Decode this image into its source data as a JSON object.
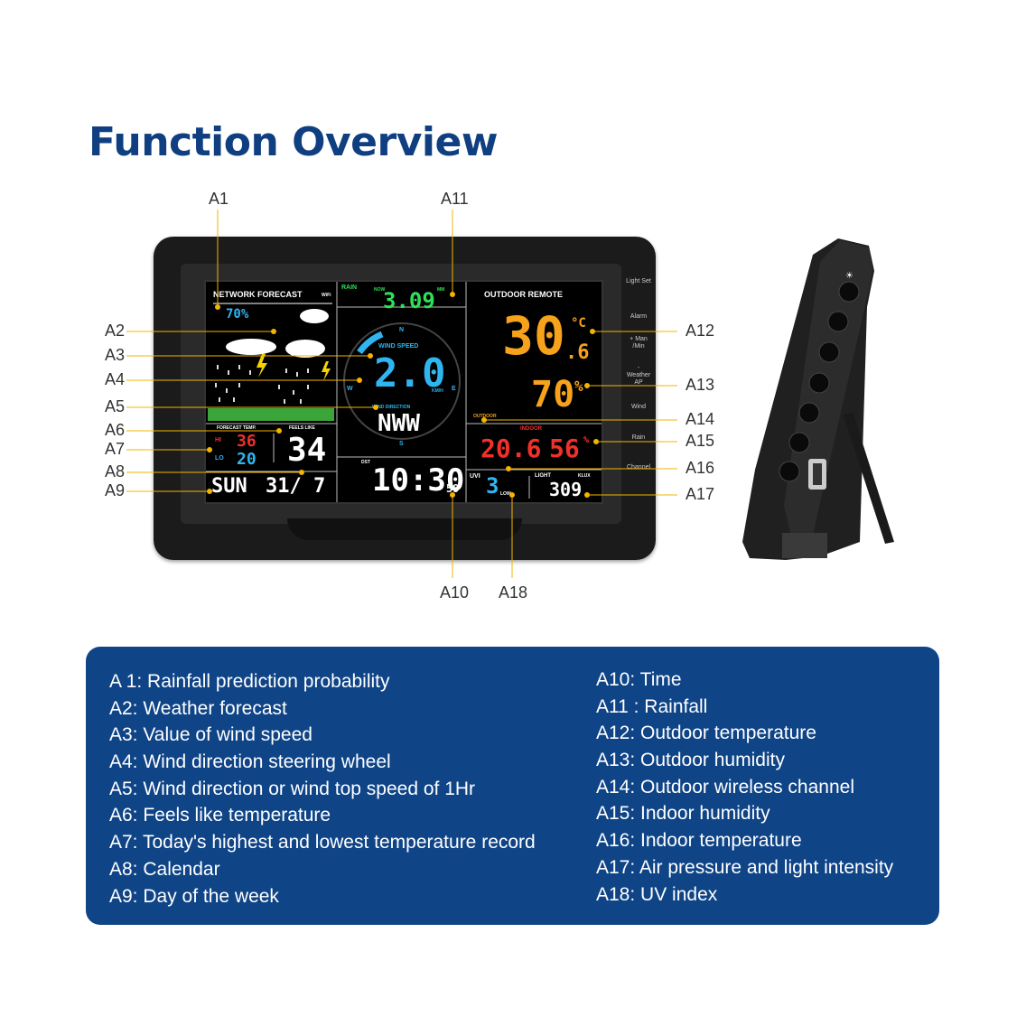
{
  "title": "Function Overview",
  "callouts": {
    "a1": "A1",
    "a2": "A2",
    "a3": "A3",
    "a4": "A4",
    "a5": "A5",
    "a6": "A6",
    "a7": "A7",
    "a8": "A8",
    "a9": "A9",
    "a10": "A10",
    "a11": "A11",
    "a12": "A12",
    "a13": "A13",
    "a14": "A14",
    "a15": "A15",
    "a16": "A16",
    "a17": "A17",
    "a18": "A18"
  },
  "screen": {
    "network_forecast": "NETWORK FORECAST",
    "wifi_small": "WiFi",
    "rain_prob": "70%",
    "rain_label": "RAIN",
    "now_label": "NOW",
    "mm_label": "MM",
    "rain_value": "3.09",
    "wind_speed_label": "WIND SPEED",
    "wind_speed": "2.0",
    "kmh": "KM/H",
    "wind_direction_label": "WIND DIRECTION",
    "wind_dir": "NWW",
    "compass_n": "N",
    "compass_s": "S",
    "compass_e": "E",
    "compass_w": "W",
    "outdoor_remote": "OUTDOOR REMOTE",
    "outdoor_temp_int": "30",
    "outdoor_temp_dec": ".6",
    "temp_unit": "°C",
    "outdoor_hum": "70",
    "pct": "%",
    "outdoor_label": "OUTDOOR",
    "indoor_label": "INDOOR",
    "indoor_temp": "20.6",
    "indoor_hum": "56",
    "forecast_temp": "FORECAST TEMP.",
    "feels_like": "FEELS LIKE",
    "hi": "HI",
    "lo": "LO",
    "hi_val": "36",
    "lo_val": "20",
    "feels_val": "34",
    "dst": "DST",
    "time": "10:30",
    "seconds": "59",
    "day": "SUN",
    "date": "31/ 7",
    "uvi": "UVI",
    "uvi_val": "3",
    "low": "LOW",
    "light": "LIGHT",
    "klux": "KLUX",
    "light_val": "309"
  },
  "device_buttons": [
    "Light Set",
    "Alarm",
    "+ Man /Min",
    "- Weather AP",
    "Wind",
    "Rain",
    "Channel"
  ],
  "features_left": [
    "A 1: Rainfall prediction probability",
    "A2: Weather forecast",
    "A3: Value of wind speed",
    "A4: Wind direction steering wheel",
    "A5: Wind direction or wind top speed of 1Hr",
    "A6: Feels like temperature",
    "A7: Today's highest and lowest temperature record",
    "A8: Calendar",
    "A9: Day of the week"
  ],
  "features_right": [
    "A10: Time",
    "A11 : Rainfall",
    "A12: Outdoor temperature",
    "A13: Outdoor humidity",
    "A14: Outdoor wireless channel",
    "A15: Indoor humidity",
    "A16: Indoor temperature",
    "A17: Air pressure and light intensity",
    "A18: UV index"
  ],
  "colors": {
    "title": "#0f3f80",
    "info_bg": "#0f4487",
    "callout_line": "#f5b400",
    "seg_blue": "#2fb5f0",
    "seg_green": "#2ee05a",
    "seg_orange": "#f7a21b",
    "seg_red": "#f0302a"
  }
}
